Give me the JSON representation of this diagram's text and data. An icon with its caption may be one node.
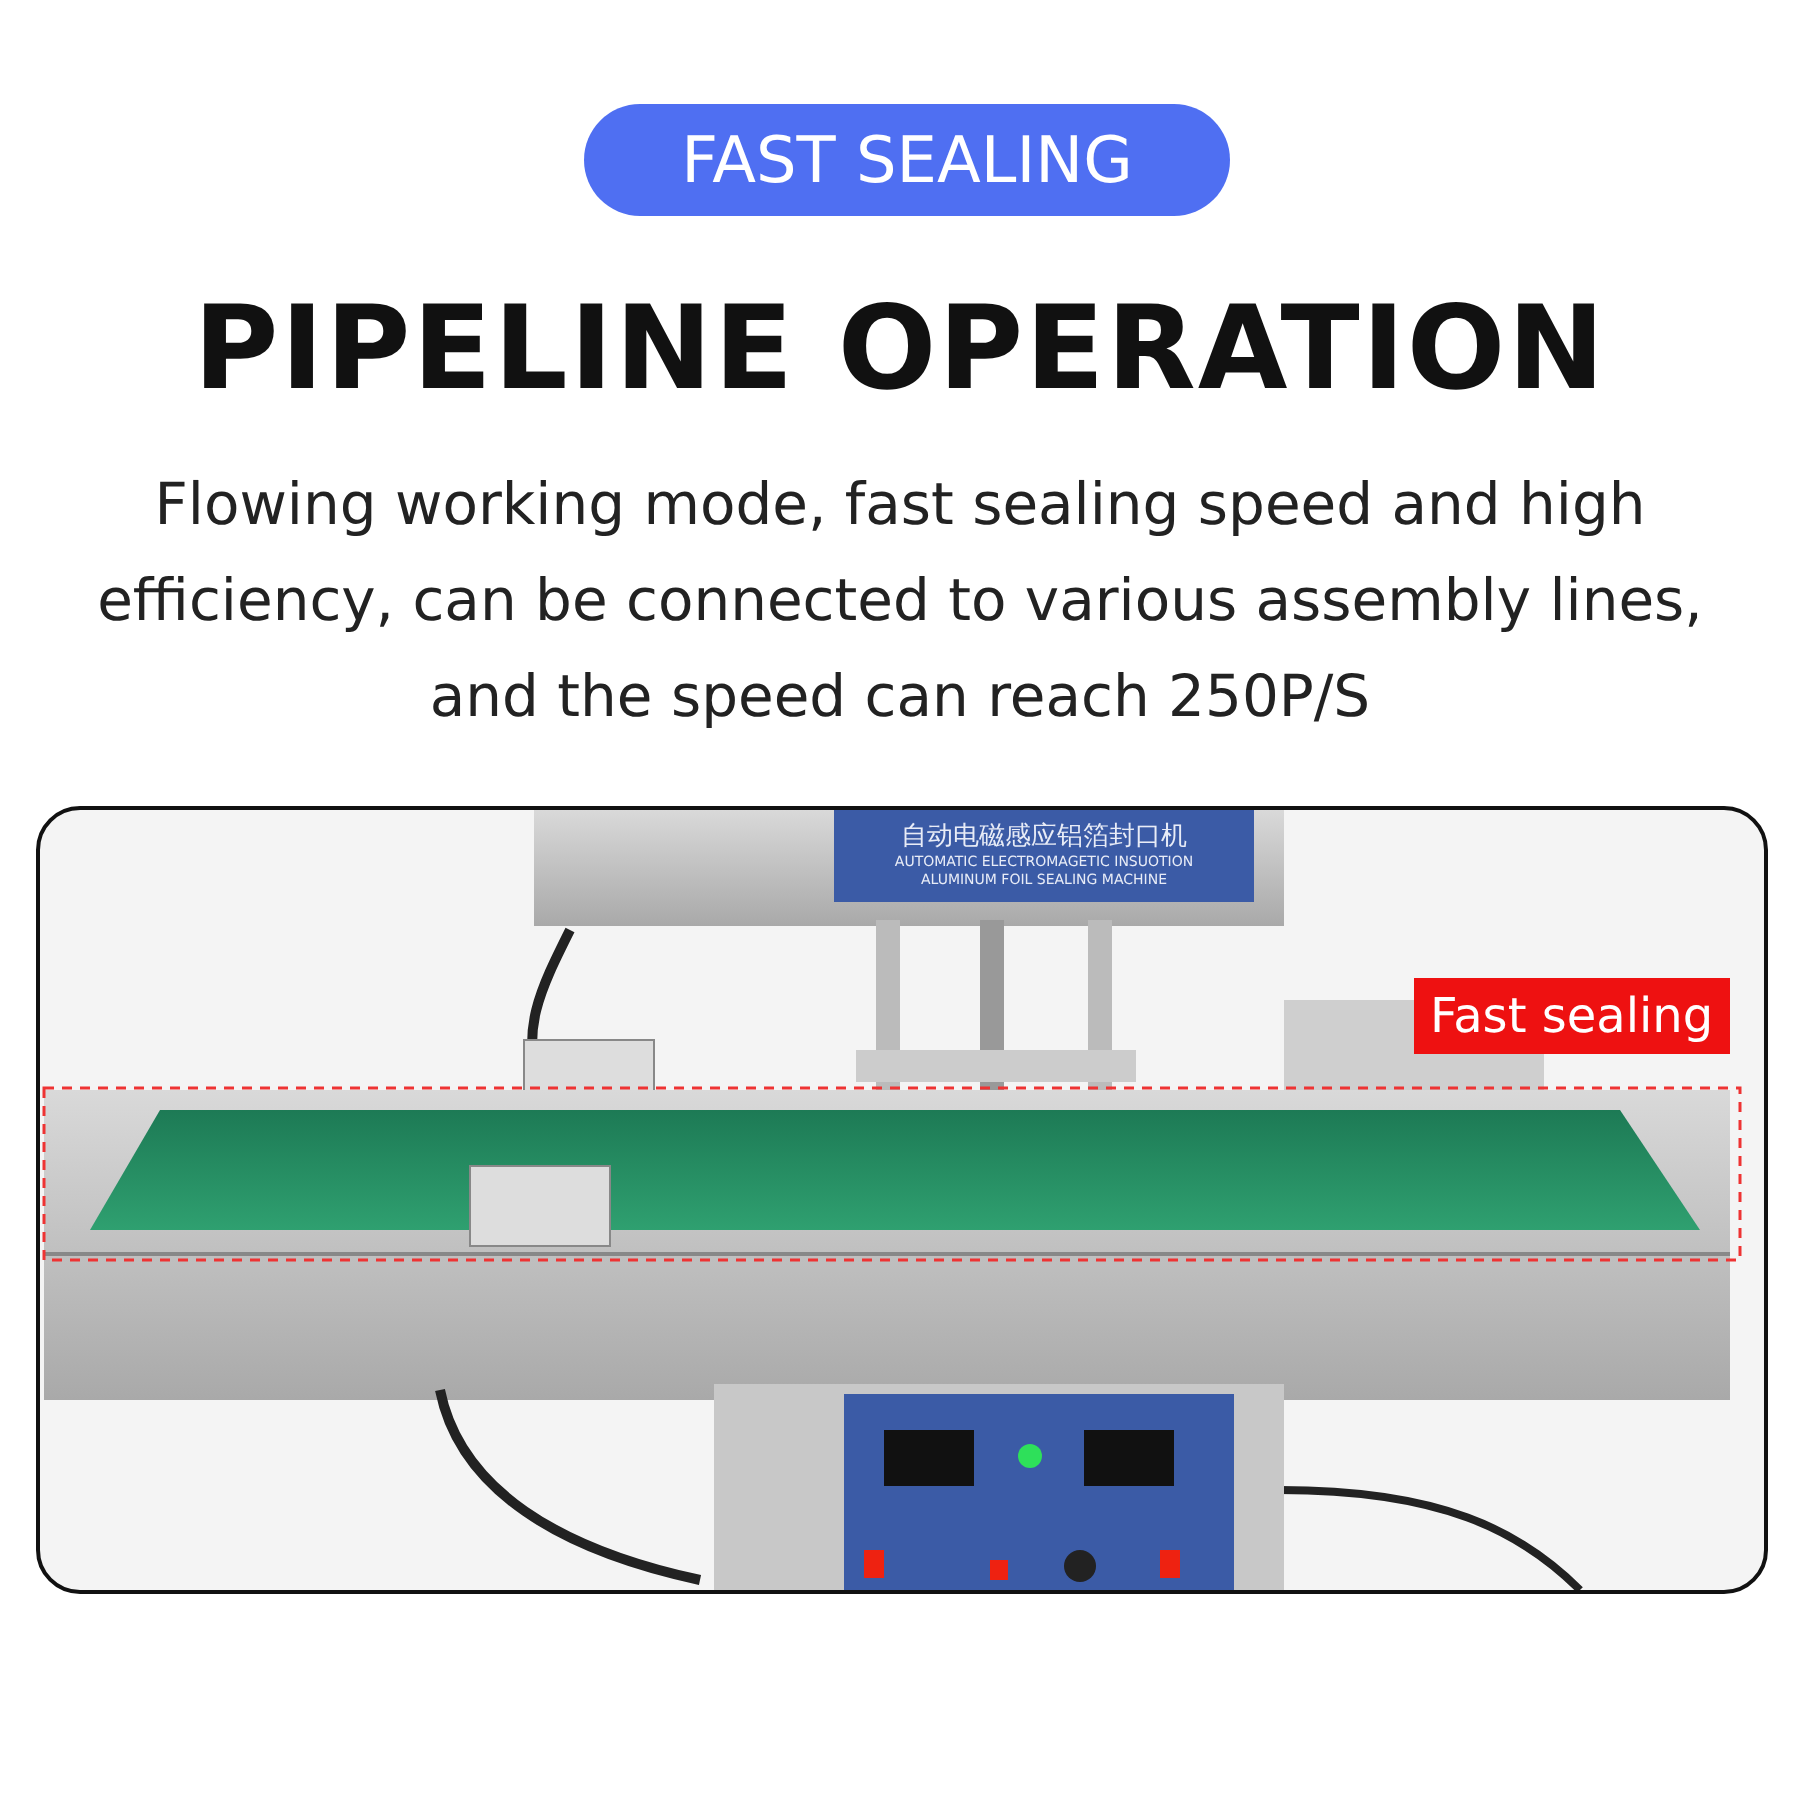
{
  "diagram": {
    "title": "PIPELINE OPERATION",
    "nodes": [
      {
        "text": [
          "FAST SEALING"
        ]
      },
      {
        "text": [
          "自动电磁感应铝箔封口机",
          "AUTOMATIC ELECTROMAGETIC INSUOTION ALUMINUM FOIL SEALING MACHINE"
        ]
      },
      {
        "text": [
          "Fast sealing"
        ]
      }
    ],
    "edges": [],
    "labels": [
      "Flowing working mode, fast sealing speed and high efficiency, can be connected to various assembly lines, and the speed can reach 250P/S"
    ]
  }
}
